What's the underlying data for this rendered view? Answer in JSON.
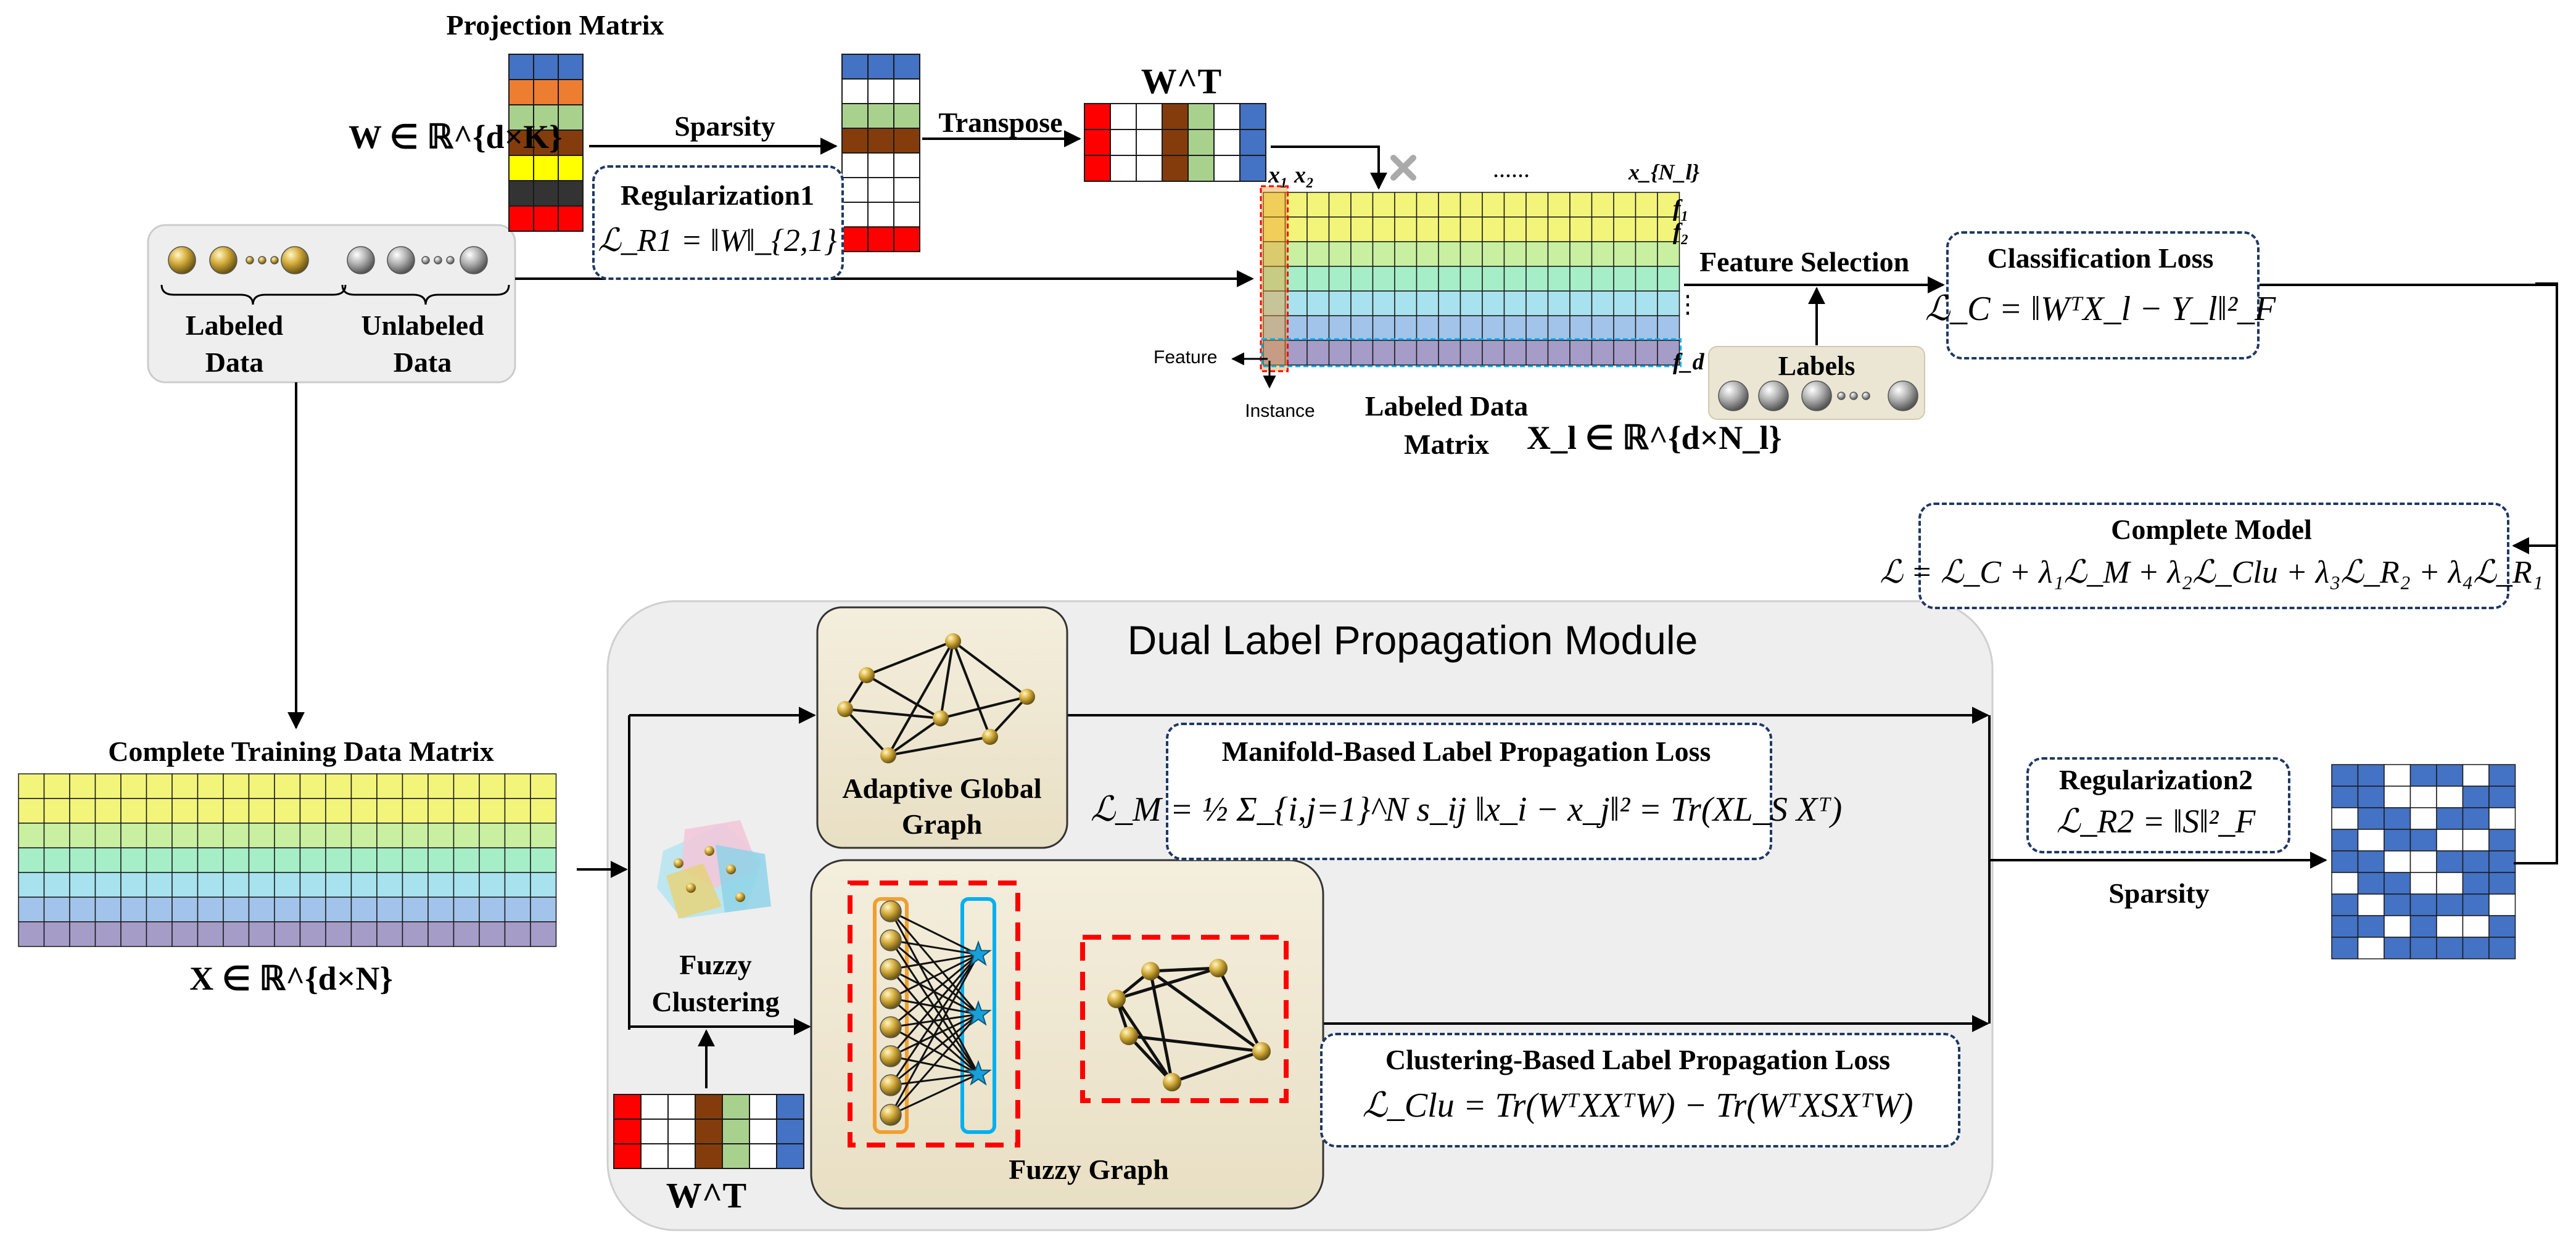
{
  "top": {
    "projection_matrix_title": "Projection Matrix",
    "w_formula": "W ∈ ℝ^{d×K}",
    "sparsity_top": "Sparsity",
    "transpose": "Transpose",
    "wt_label": "W^T",
    "reg1_title": "Regularization1",
    "reg1_formula": "ℒ_R1 = ‖W‖_{2,1}",
    "labeled_data": "Labeled Data",
    "unlabeled_data": "Unlabeled Data",
    "feature_arrow": "Feature",
    "instance_arrow": "Instance",
    "labeled_matrix_title": "Labeled Data Matrix",
    "labeled_matrix_formula": "X_l ∈ ℝ^{d×N_l}",
    "feature_selection": "Feature Selection",
    "labels": "Labels",
    "ellipsis": "......",
    "col_labels": [
      "x₁",
      "x₂",
      "x_{N_l}"
    ],
    "row_labels": [
      "f₁",
      "f₂",
      "⋮",
      "f_d"
    ],
    "classification_title": "Classification Loss",
    "classification_formula": "ℒ_C = ‖WᵀX_l − Y_l‖²_F",
    "complete_model_title": "Complete Model",
    "complete_model_formula": "ℒ = ℒ_C + λ₁ℒ_M + λ₂ℒ_Clu + λ₃ℒ_R₂ + λ₄ℒ_R₁"
  },
  "module": {
    "title": "Dual Label Propagation Module",
    "adaptive_graph": "Adaptive Global Graph",
    "manifold_title": "Manifold-Based Label Propagation Loss",
    "manifold_formula": "ℒ_M = ½ Σ_{i,j=1}^N s_ij ‖x_i − x_j‖² = Tr(XL_S Xᵀ)",
    "fuzzy_clustering": "Fuzzy Clustering",
    "fuzzy_graph": "Fuzzy Graph",
    "clustering_title": "Clustering-Based Label Propagation Loss",
    "clustering_formula": "ℒ_Clu = Tr(WᵀXXᵀW) − Tr(WᵀXSXᵀW)",
    "wt_bottom": "W^T"
  },
  "left": {
    "training_matrix_title": "Complete Training Data Matrix",
    "training_matrix_formula": "X ∈ ℝ^{d×N}"
  },
  "right": {
    "reg2_title": "Regularization2",
    "reg2_formula": "ℒ_R2 = ‖S‖²_F",
    "sparsity_bottom": "Sparsity"
  },
  "colors": {
    "row_yellow": "#f2f57a",
    "row_lightgreen": "#c8f0a0",
    "row_mint": "#a6eec8",
    "row_cyan": "#a8e2ee",
    "row_blue": "#a2c4ea",
    "row_purple": "#a59cc8",
    "block_blue": "#4472c4",
    "block_red": "#ff0000",
    "block_orange": "#ed7d31",
    "block_green": "#a9d18e",
    "block_brown": "#843c0c",
    "block_yellow": "#ffff00",
    "block_dark": "#333333",
    "highlight_red": "#ff0000",
    "highlight_orange": "#f0a030",
    "highlight_cyan": "#00b0f0",
    "box_dash": "#1f3864"
  }
}
